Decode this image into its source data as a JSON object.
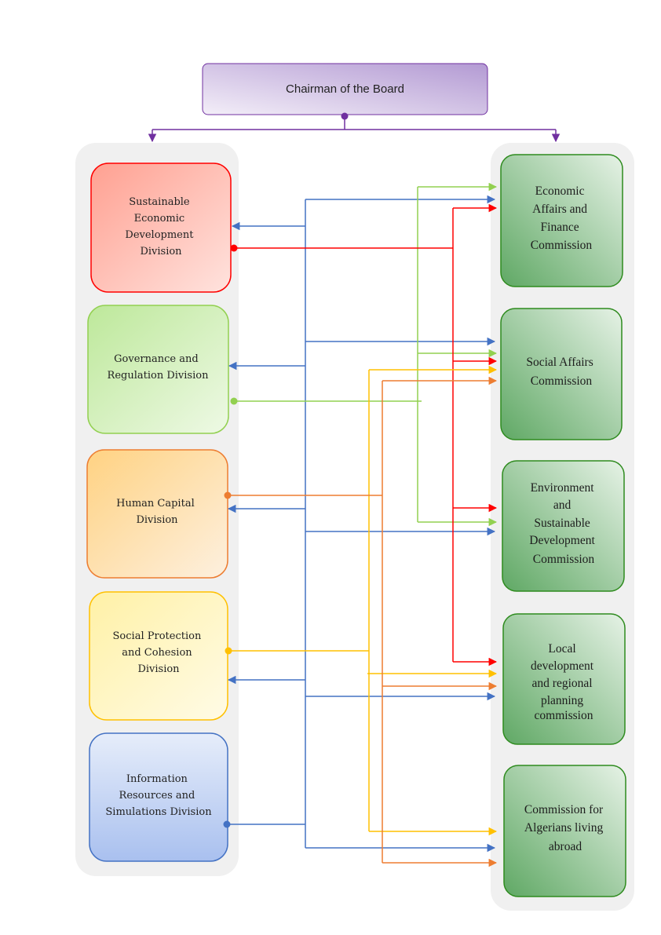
{
  "chairman": {
    "label": "Chairman of the Board"
  },
  "divisions": [
    {
      "key": "economic",
      "lines": [
        "Sustainable",
        "Economic",
        "Development",
        "Division"
      ]
    },
    {
      "key": "governance",
      "lines": [
        "Governance and",
        "Regulation Division"
      ]
    },
    {
      "key": "human",
      "lines": [
        "Human Capital",
        "Division"
      ]
    },
    {
      "key": "social",
      "lines": [
        "Social Protection",
        "and Cohesion",
        "Division"
      ]
    },
    {
      "key": "info",
      "lines": [
        "Information",
        "Resources and",
        "Simulations Division"
      ]
    }
  ],
  "commissions": [
    {
      "key": "economic",
      "lines": [
        "Economic",
        "Affairs and",
        "Finance",
        "Commission"
      ]
    },
    {
      "key": "social",
      "lines": [
        "Social Affairs",
        "Commission"
      ]
    },
    {
      "key": "environment",
      "lines": [
        "Environment",
        "and",
        "Sustainable",
        "Development",
        "Commission"
      ]
    },
    {
      "key": "local",
      "lines": [
        "Local",
        "development",
        "and regional",
        "planning",
        "commission"
      ]
    },
    {
      "key": "abroad",
      "lines": [
        "Commission for",
        "Algerians living",
        "abroad"
      ]
    }
  ],
  "colors": {
    "purple": "#7030a0",
    "blue": "#4472c4",
    "red": "#ff0000",
    "green": "#92d050",
    "orange": "#ed7d31",
    "yellow": "#ffc000",
    "commission_border": "#2e8b1e",
    "panel": "#f0f0f0"
  }
}
